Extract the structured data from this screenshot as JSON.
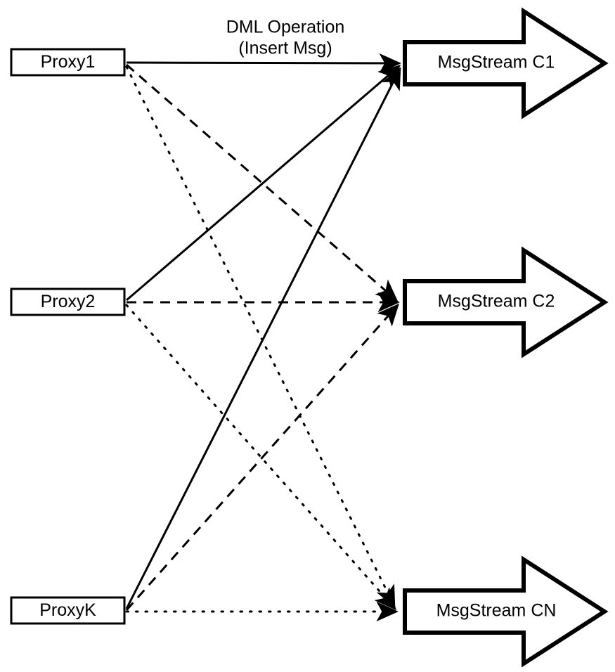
{
  "diagram": {
    "title_label": {
      "line1": "DML Operation",
      "line2": "(Insert Msg)"
    },
    "colors": {
      "stroke": "#000000",
      "fill": "#ffffff",
      "background": "#ffffff"
    },
    "proxies": [
      {
        "id": "proxy1",
        "label": "Proxy1"
      },
      {
        "id": "proxy2",
        "label": "Proxy2"
      },
      {
        "id": "proxyk",
        "label": "ProxyK"
      }
    ],
    "streams": [
      {
        "id": "msgstream-c1",
        "label": "MsgStream C1"
      },
      {
        "id": "msgstream-c2",
        "label": "MsgStream C2"
      },
      {
        "id": "msgstream-cn",
        "label": "MsgStream CN"
      }
    ],
    "connections": [
      {
        "from": "Proxy1",
        "to": "MsgStream C1",
        "style": "solid"
      },
      {
        "from": "Proxy1",
        "to": "MsgStream C2",
        "style": "dashed"
      },
      {
        "from": "Proxy1",
        "to": "MsgStream CN",
        "style": "dotted"
      },
      {
        "from": "Proxy2",
        "to": "MsgStream C1",
        "style": "solid"
      },
      {
        "from": "Proxy2",
        "to": "MsgStream C2",
        "style": "dashed"
      },
      {
        "from": "Proxy2",
        "to": "MsgStream CN",
        "style": "dotted"
      },
      {
        "from": "ProxyK",
        "to": "MsgStream C1",
        "style": "solid"
      },
      {
        "from": "ProxyK",
        "to": "MsgStream C2",
        "style": "dashed"
      },
      {
        "from": "ProxyK",
        "to": "MsgStream CN",
        "style": "dotted"
      }
    ]
  }
}
